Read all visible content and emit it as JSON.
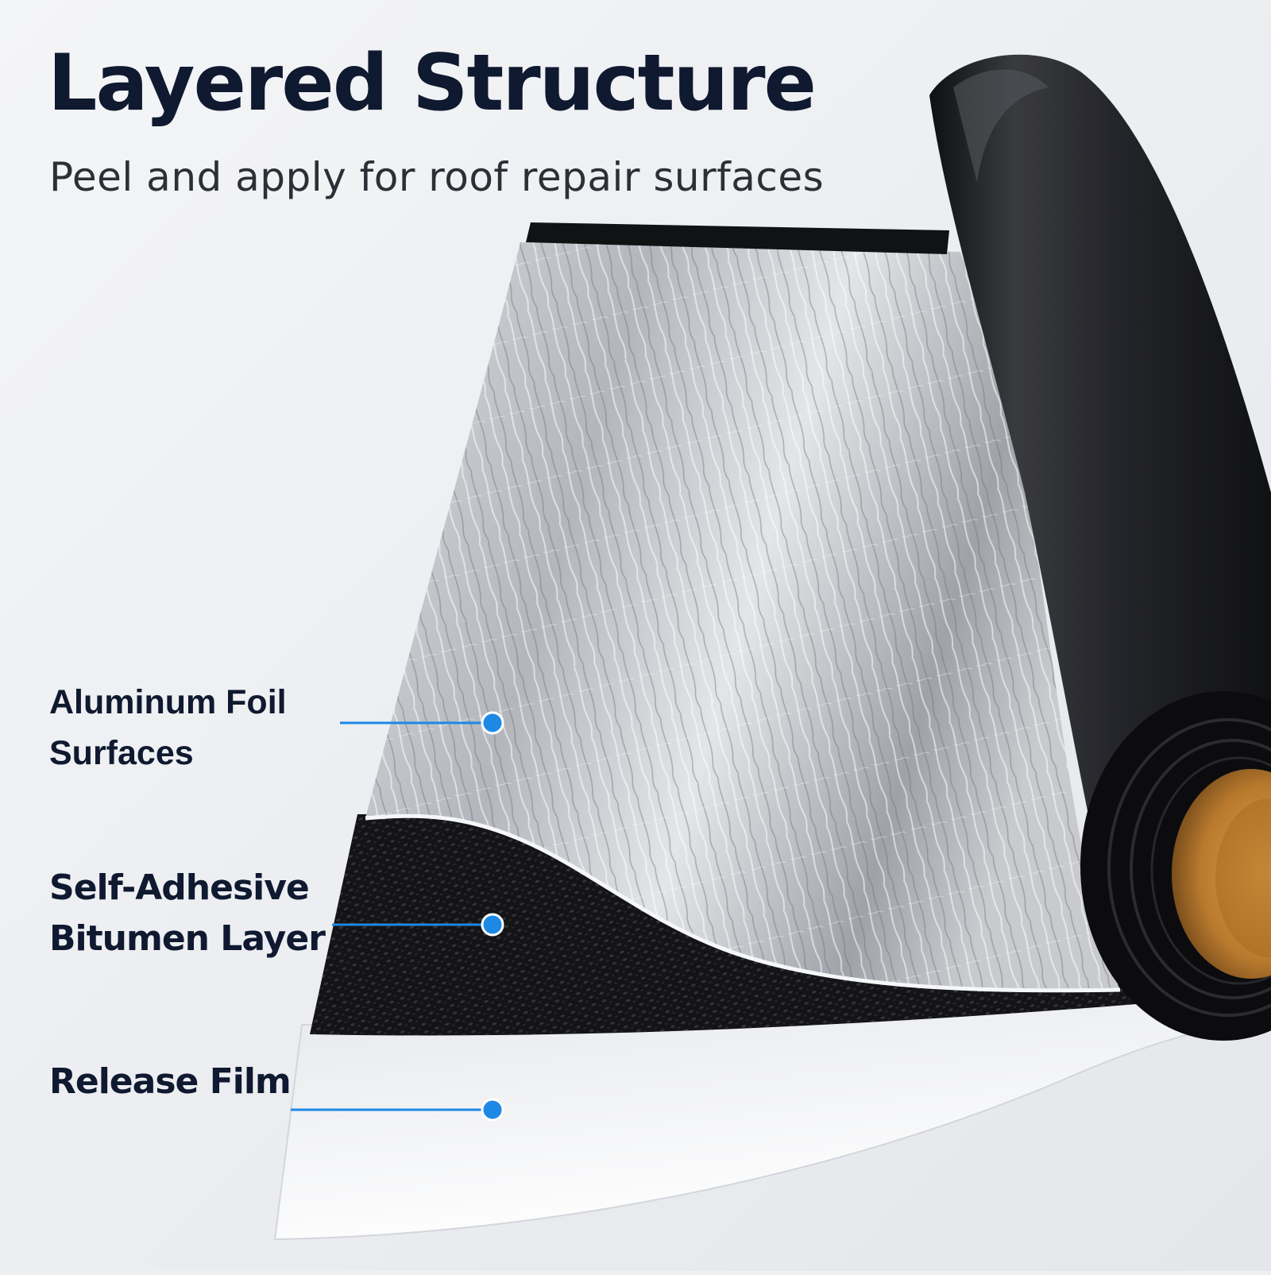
{
  "header": {
    "title": "Layered Structure",
    "subtitle": "Peel and apply for roof repair surfaces"
  },
  "layers": [
    {
      "label": "Aluminum Foil\nSurfaces"
    },
    {
      "label": "Self-Adhesive\nBitumen Layer"
    },
    {
      "label": "Release Film"
    }
  ],
  "colors": {
    "title": "#0f1930",
    "subtitle": "#2c2f35",
    "label": "#0f1930",
    "callout": "#1e88e5",
    "foil": "#b9bcc2",
    "bitumen": "#141416",
    "roll": "#202124",
    "core": "#c98a3a",
    "film": "#f8f9fb",
    "background": "#eef0f3"
  }
}
